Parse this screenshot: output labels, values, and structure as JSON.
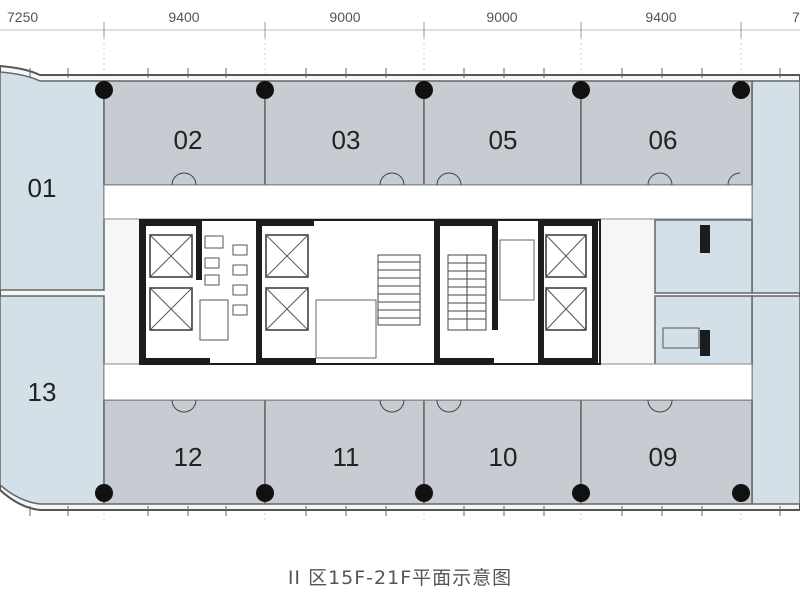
{
  "dimensions": {
    "left_partial": "7250",
    "d1": "9400",
    "d2": "9000",
    "d3": "9000",
    "d4": "9400",
    "right_partial": "7"
  },
  "rooms": {
    "r01": "01",
    "r02": "02",
    "r03": "03",
    "r05": "05",
    "r06": "06",
    "r09": "09",
    "r10": "10",
    "r11": "11",
    "r12": "12",
    "r13": "13"
  },
  "caption": "II 区15F-21F平面示意图",
  "colors": {
    "corner_room": "#d3e0e7",
    "office_room": "#c7ccd2",
    "core_wall": "#1c1c1c",
    "column": "#111111",
    "grid_line": "#bfbfbf"
  }
}
